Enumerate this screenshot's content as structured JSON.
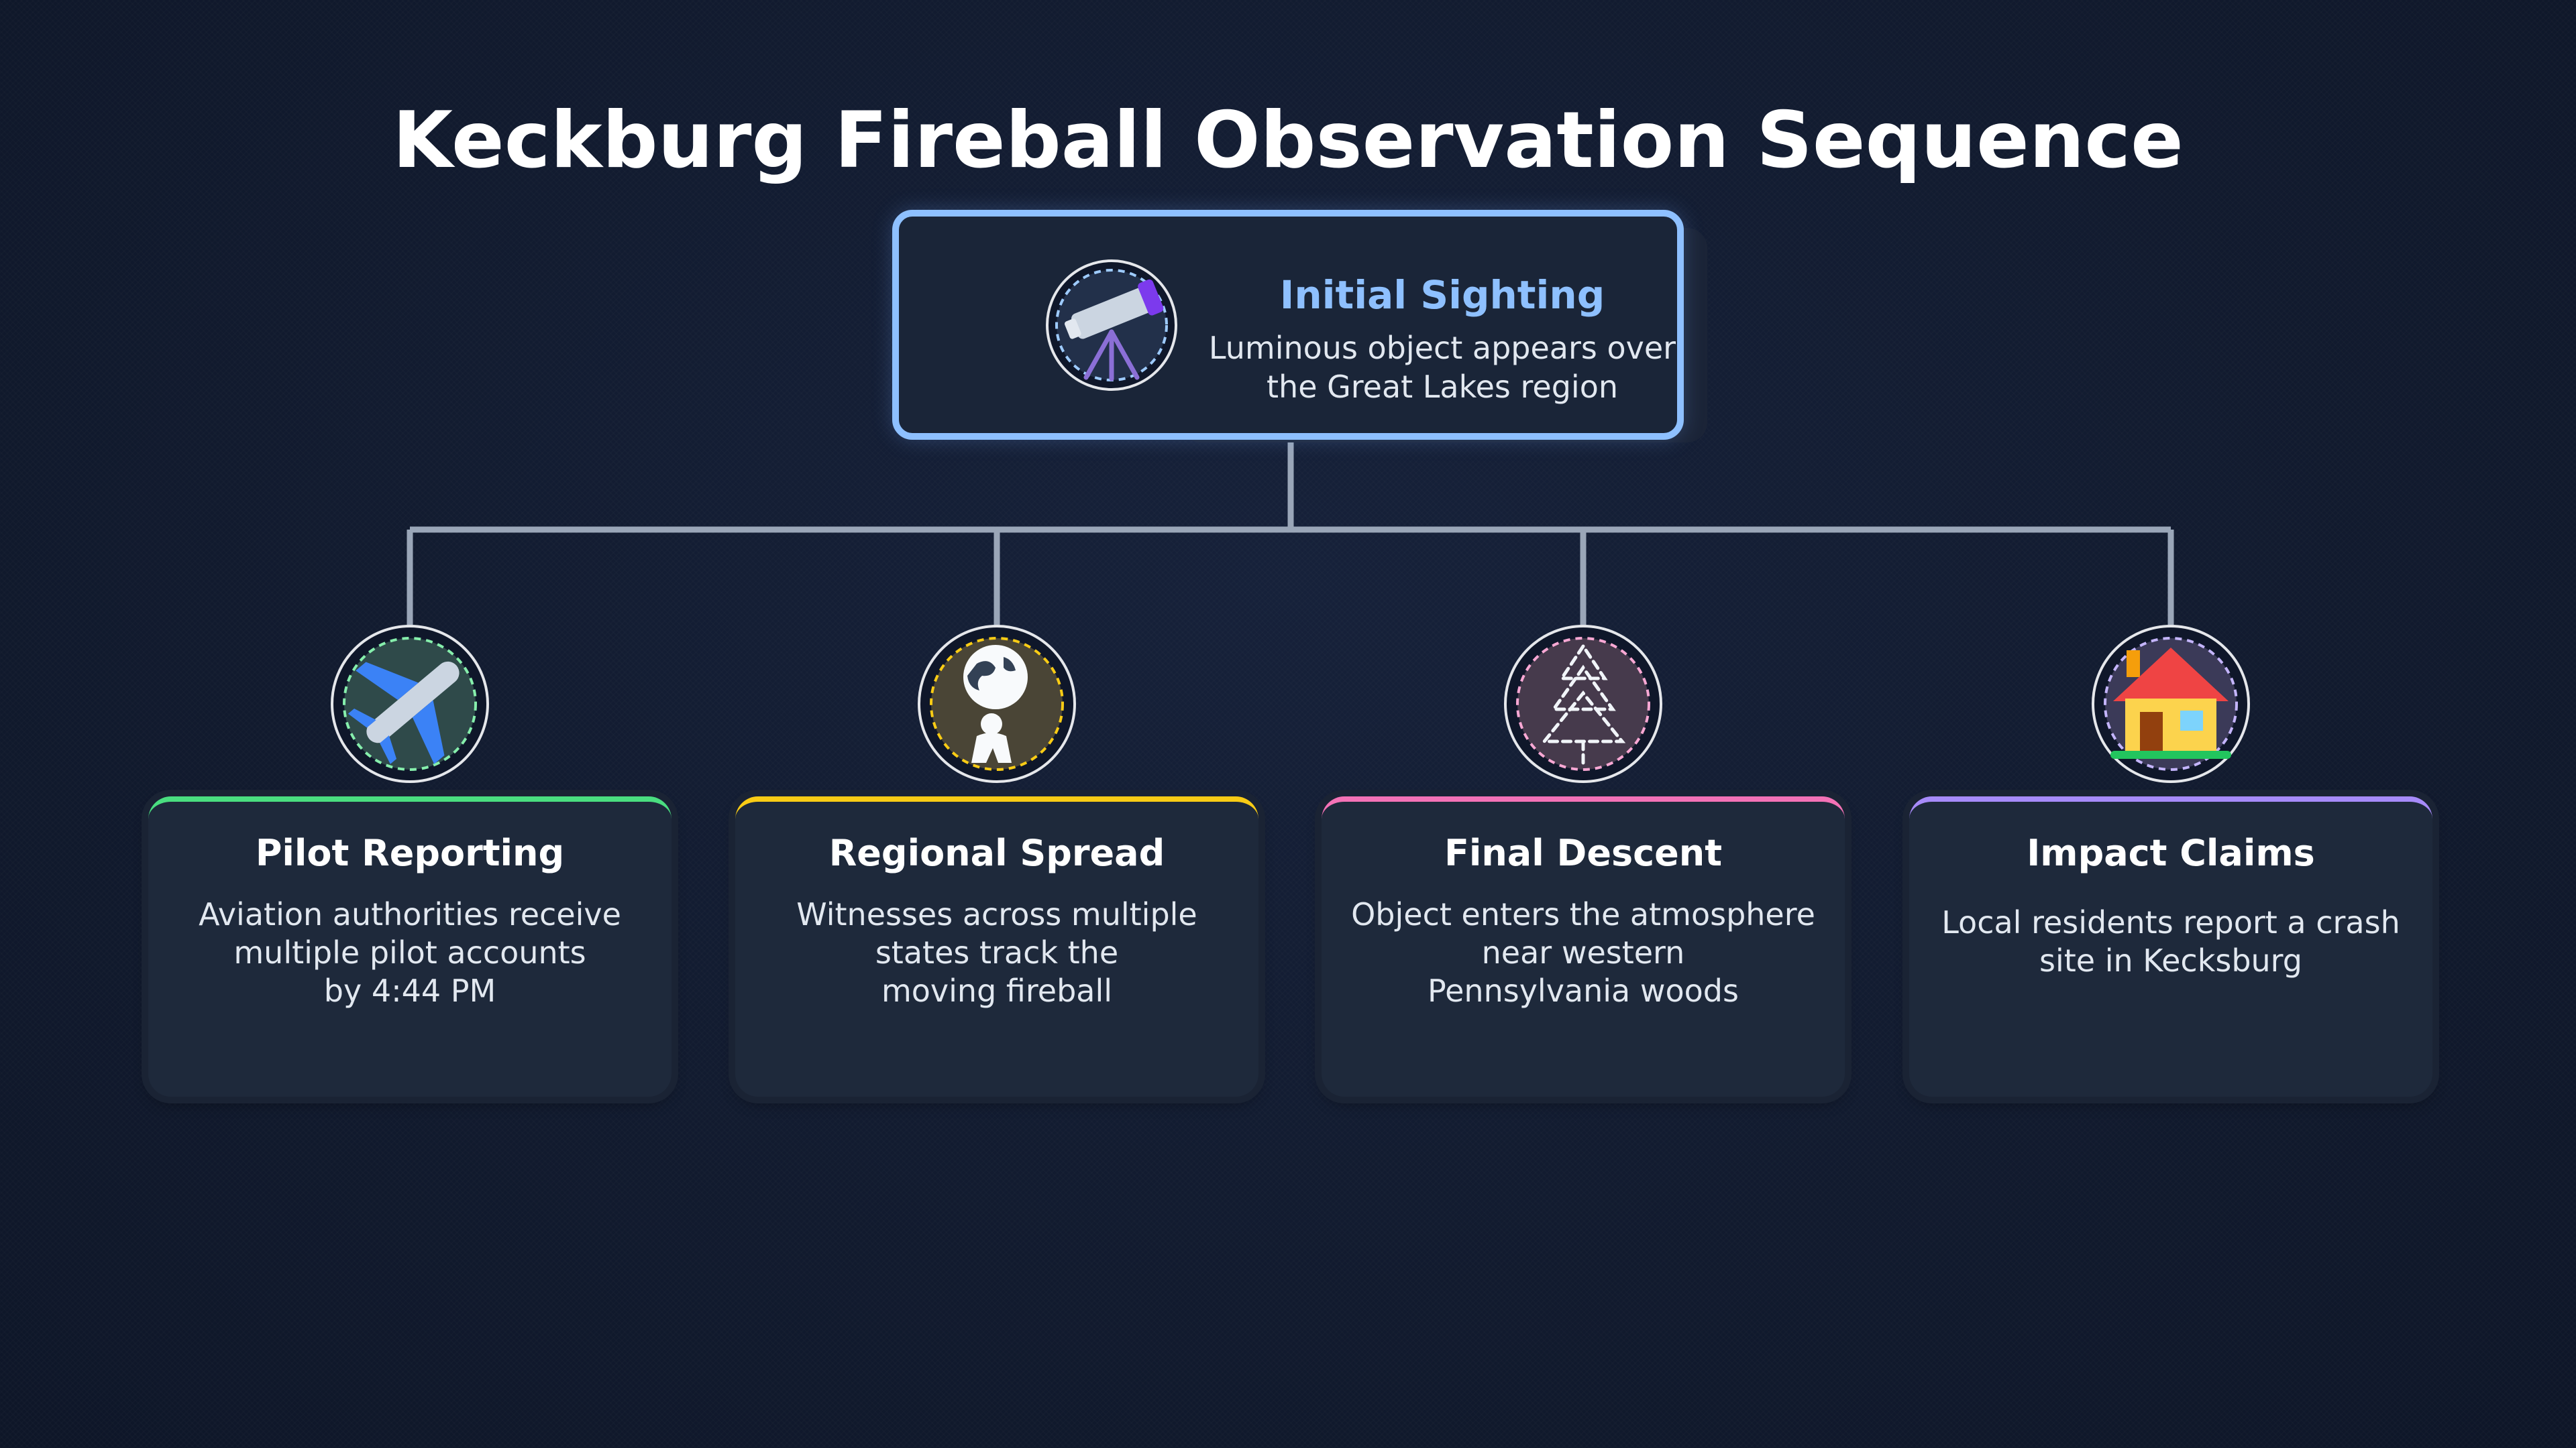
{
  "title": "Keckburg Fireball Observation Sequence",
  "root": {
    "heading": "Initial Sighting",
    "description": "Luminous object appears over\nthe Great Lakes region",
    "icon": "telescope-icon",
    "accent": "#8ec0ff"
  },
  "children": [
    {
      "heading": "Pilot Reporting",
      "description": "Aviation authorities receive\nmultiple pilot accounts\nby 4:44 PM",
      "icon": "airplane-icon",
      "accent": "#4ade80"
    },
    {
      "heading": "Regional Spread",
      "description": "Witnesses across multiple\nstates track the\nmoving fireball",
      "icon": "person-lifting-globe-icon",
      "accent": "#facc15"
    },
    {
      "heading": "Final Descent",
      "description": "Object enters the atmosphere\nnear western\nPennsylvania woods",
      "icon": "evergreen-tree-icon",
      "accent": "#f472b6"
    },
    {
      "heading": "Impact Claims",
      "description": "Local residents report a crash\nsite in Kecksburg",
      "icon": "house-icon",
      "accent": "#a78bfa"
    }
  ]
}
